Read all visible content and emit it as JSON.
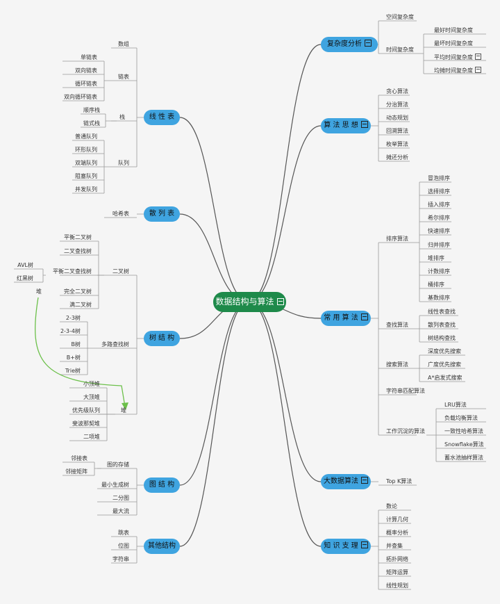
{
  "root": {
    "label": "数据结构与算法"
  },
  "branches": {
    "complexity": {
      "label": "复杂度分析"
    },
    "thinking": {
      "label": "算 法 思 想"
    },
    "common": {
      "label": "常 用 算 法"
    },
    "bigdata": {
      "label": "大数据算法"
    },
    "knowledge": {
      "label": "知 识 支 理"
    },
    "linear": {
      "label": "线 性 表"
    },
    "hash": {
      "label": "散 列 表"
    },
    "tree": {
      "label": "树 结 构"
    },
    "graph": {
      "label": "图 结 构"
    },
    "other": {
      "label": "其他结构"
    }
  },
  "complexity": {
    "space": "空间复杂度",
    "time": "时间复杂度",
    "best": "最好时间复杂度",
    "worst": "最坏时间复杂度",
    "avg": "平均时间复杂度",
    "amort": "均摊时间复杂度"
  },
  "thinking": [
    "贪心算法",
    "分治算法",
    "动态规划",
    "回溯算法",
    "枚举算法",
    "摊还分析"
  ],
  "common": {
    "sort": "排序算法",
    "sort_items": [
      "冒泡排序",
      "选择排序",
      "插入排序",
      "希尔排序",
      "快速排序",
      "归并排序",
      "堆排序",
      "计数排序",
      "桶排序",
      "基数排序"
    ],
    "search": "查找算法",
    "search_items": [
      "线性表查找",
      "散列表查找",
      "树结构查找"
    ],
    "traverse": "搜索算法",
    "traverse_items": [
      "深度优先搜索",
      "广度优先搜索",
      "A*启发式搜索"
    ],
    "string": "字符串匹配算法",
    "work": "工作沉淀的算法",
    "work_items": [
      "LRU算法",
      "负载均衡算法",
      "一致性哈希算法",
      "Snowflake算法",
      "蓄水池抽样算法"
    ]
  },
  "bigdata": {
    "topk": "Top K算法"
  },
  "knowledge": [
    "数论",
    "计算几何",
    "概率分析",
    "并查集",
    "拓扑网络",
    "矩阵运算",
    "线性规划"
  ],
  "linear": {
    "array": "数组",
    "list": "链表",
    "list_items": [
      "单链表",
      "双向链表",
      "循环链表",
      "双向循环链表"
    ],
    "stack": "栈",
    "stack_items": [
      "顺序栈",
      "链式栈"
    ],
    "queue": "队列",
    "queue_items": [
      "普通队列",
      "环形队列",
      "双端队列",
      "阻塞队列",
      "并发队列"
    ]
  },
  "hash": {
    "table": "哈希表"
  },
  "tree": {
    "binary": "二叉树",
    "binary_items": [
      "平衡二叉树",
      "二叉查找树",
      "平衡二叉查找树",
      "完全二叉树",
      "满二叉树"
    ],
    "avl": "AVL树",
    "rb": "红黑树",
    "heap_note": "堆",
    "multi": "多路查找树",
    "multi_items": [
      "2-3树",
      "2-3-4树",
      "B树",
      "B+树",
      "Trie树"
    ],
    "heap": "堆",
    "heap_items": [
      "小顶堆",
      "大顶堆",
      "优先级队列",
      "斐波那契堆",
      "二项堆"
    ]
  },
  "graph": {
    "storage": "图的存储",
    "storage_items": [
      "邻接表",
      "邻接矩阵"
    ],
    "mst": "最小生成树",
    "bipartite": "二分图",
    "flow": "最大流"
  },
  "other": [
    "跳表",
    "位图",
    "字符串"
  ],
  "colors": {
    "pill": "#3fa4e0",
    "root": "#1e8a4a",
    "line": "#555555",
    "arrow": "#6cc04a"
  }
}
